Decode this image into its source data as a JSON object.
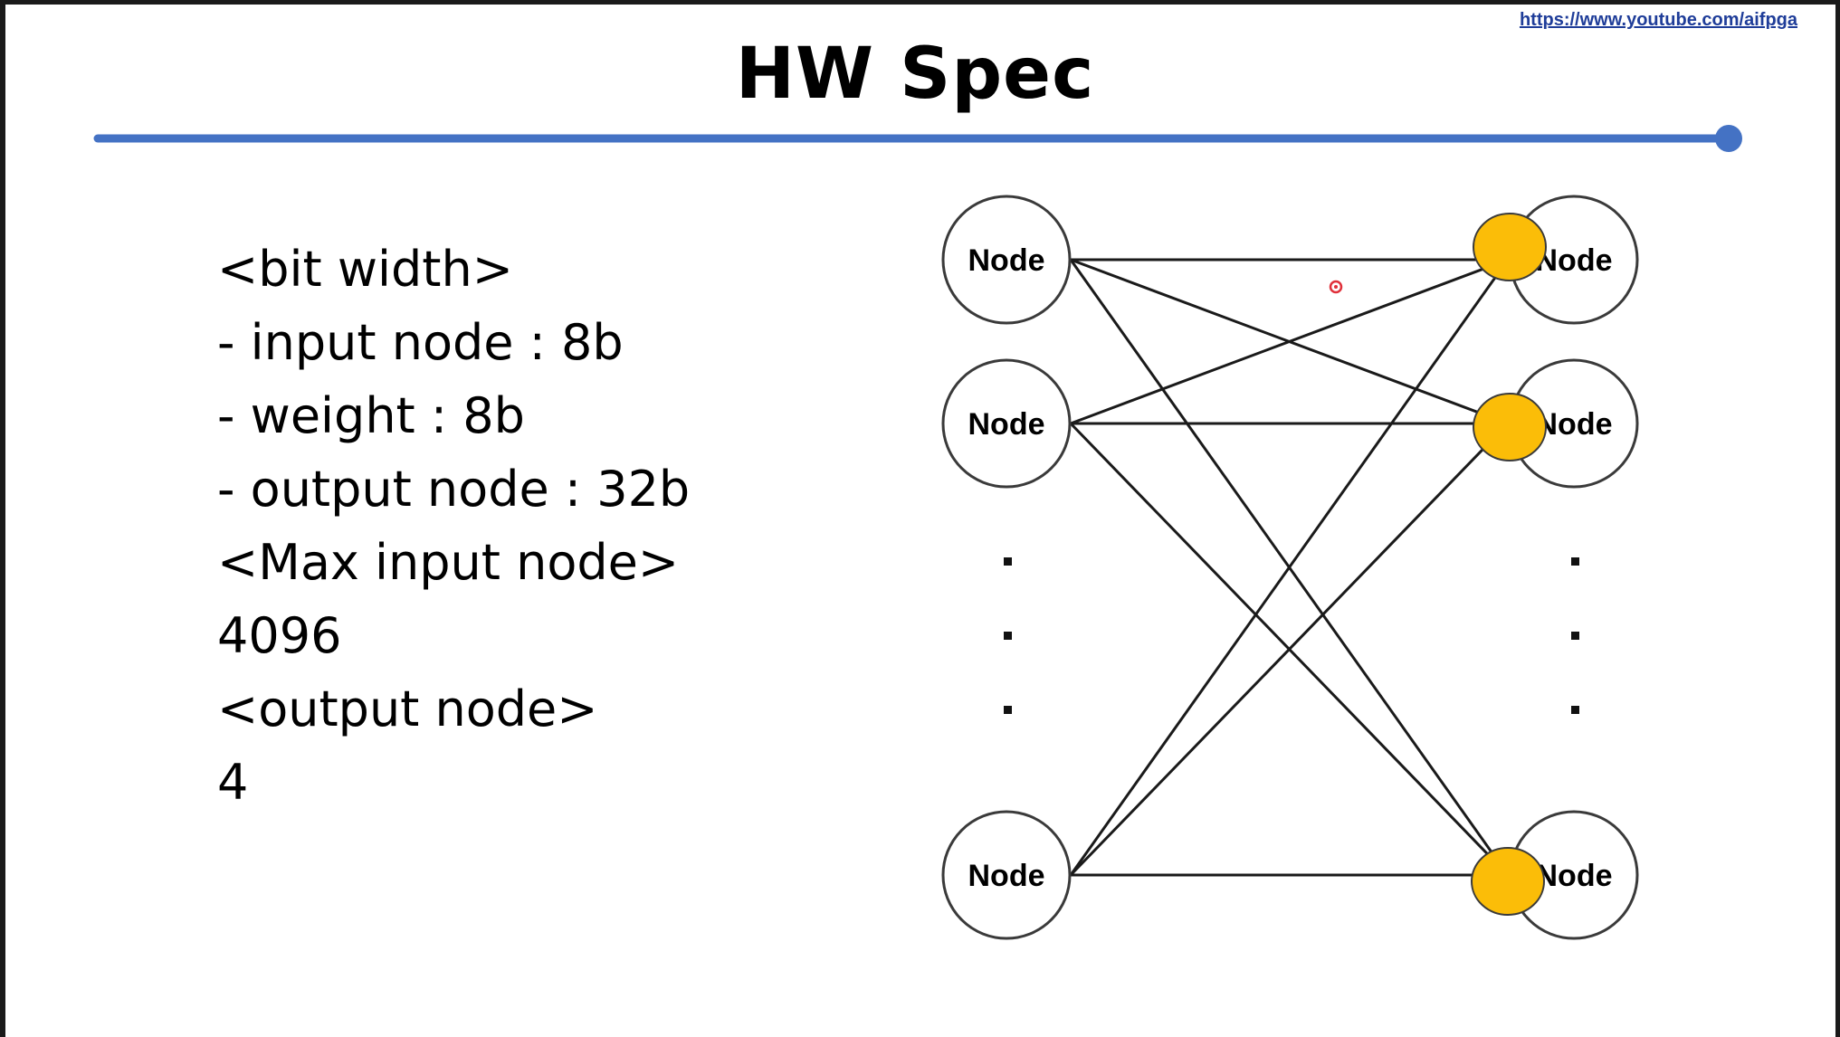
{
  "header": {
    "link_text": "https://www.youtube.com/aifpga",
    "title": "HW Spec"
  },
  "spec_lines": [
    "<bit width>",
    "- input node : 8b",
    "- weight : 8b",
    "- output node : 32b",
    "<Max input node>",
    "4096",
    "<output node>",
    "4"
  ],
  "diagram": {
    "node_label": "Node",
    "input_nodes": [
      "Node",
      "Node",
      "Node"
    ],
    "output_nodes": [
      "Node",
      "Node",
      "Node"
    ],
    "ellipsis": "· · ·",
    "colors": {
      "accent_line": "#4472c4",
      "output_highlight": "#fbbd08",
      "node_stroke": "#3a3a3a",
      "cursor_dot": "#e0303a"
    }
  }
}
